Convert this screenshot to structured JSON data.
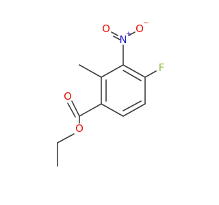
{
  "molecule": {
    "atoms": {
      "fluorine": {
        "label": "F",
        "color": "#8fbc3f"
      },
      "nitro_nitrogen": {
        "label": "N",
        "charge": "+",
        "color": "#2020d0"
      },
      "nitro_oxygen_single": {
        "label": "O",
        "charge": "−",
        "color": "#e8160c"
      },
      "nitro_oxygen_double": {
        "label": "O",
        "color": "#e8160c"
      },
      "carbonyl_oxygen": {
        "label": "O",
        "color": "#e8160c"
      },
      "ester_oxygen": {
        "label": "O",
        "color": "#e8160c"
      }
    },
    "bond_color": "#3c3c3c"
  }
}
